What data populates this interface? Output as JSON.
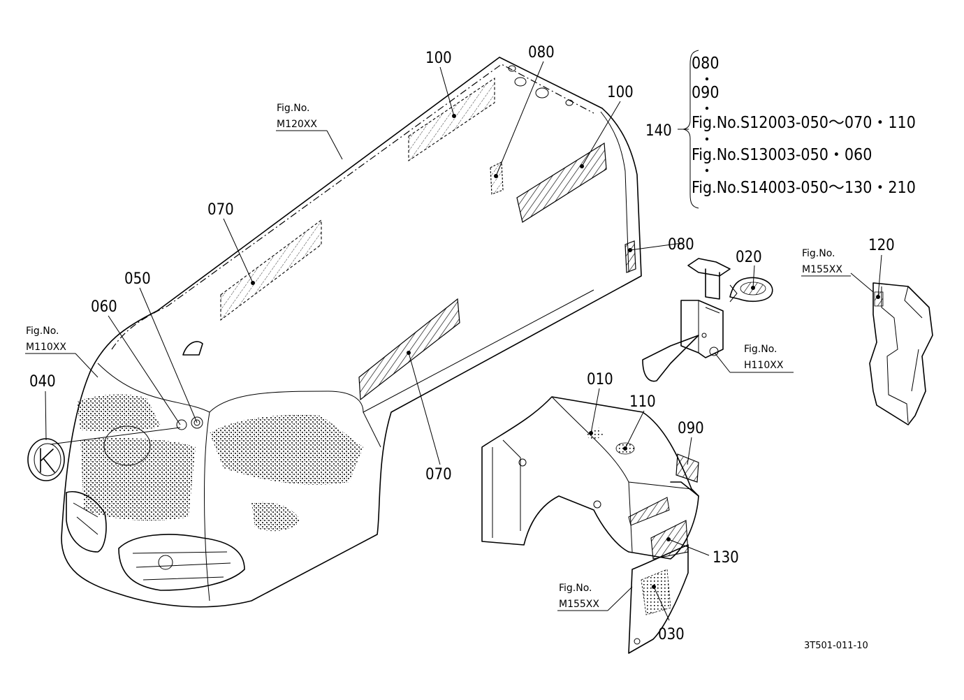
{
  "callouts": {
    "c010": "010",
    "c020": "020",
    "c030": "030",
    "c040": "040",
    "c050": "050",
    "c060": "060",
    "c070a": "070",
    "c070b": "070",
    "c080a": "080",
    "c080b": "080",
    "c090": "090",
    "c100a": "100",
    "c100b": "100",
    "c110": "110",
    "c120": "120",
    "c130": "130",
    "c140": "140"
  },
  "fig_refs": {
    "m120": {
      "line1": "Fig.No.",
      "line2": "M120XX"
    },
    "m110": {
      "line1": "Fig.No.",
      "line2": "M110XX"
    },
    "h110": {
      "line1": "Fig.No.",
      "line2": "H110XX"
    },
    "m155a": {
      "line1": "Fig.No.",
      "line2": "M155XX"
    },
    "m155b": {
      "line1": "Fig.No.",
      "line2": "M155XX"
    }
  },
  "kit_legend": {
    "items": [
      "080",
      "090",
      "Fig.No.S12003-050～070・110",
      "Fig.No.S13003-050・060",
      "Fig.No.S14003-050～130・210"
    ]
  },
  "drawing_number": "3T501-011-10"
}
